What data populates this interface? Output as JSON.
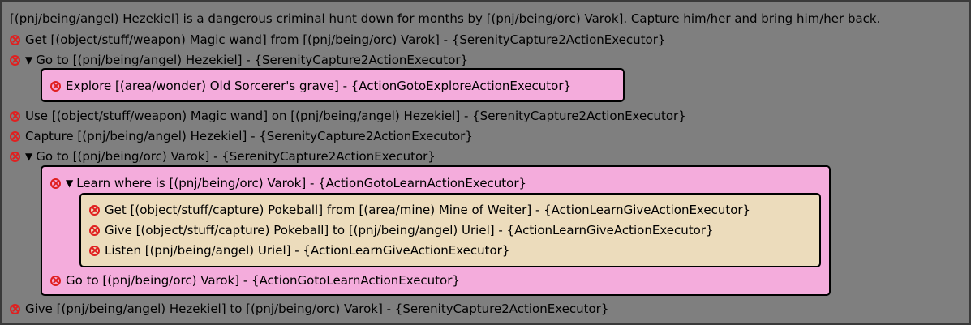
{
  "description": "[(pnj/being/angel) Hezekiel] is a dangerous criminal hunt down for months by [(pnj/being/orc) Varok]. Capture him/her and bring him/her back.",
  "tasks": [
    {
      "label": "Get [(object/stuff/weapon) Magic wand] from [(pnj/being/orc) Varok] - {SerenityCapture2ActionExecutor}"
    },
    {
      "label": "Go to [(pnj/being/angel) Hezekiel] - {SerenityCapture2ActionExecutor}",
      "expanded": true,
      "children": [
        {
          "label": "Explore [(area/wonder) Old Sorcerer's grave] - {ActionGotoExploreActionExecutor}"
        }
      ]
    },
    {
      "label": "Use [(object/stuff/weapon) Magic wand] on [(pnj/being/angel) Hezekiel] - {SerenityCapture2ActionExecutor}"
    },
    {
      "label": "Capture [(pnj/being/angel) Hezekiel] - {SerenityCapture2ActionExecutor}"
    },
    {
      "label": "Go to [(pnj/being/orc) Varok] - {SerenityCapture2ActionExecutor}",
      "expanded": true,
      "children": [
        {
          "label": "Learn where is [(pnj/being/orc) Varok] - {ActionGotoLearnActionExecutor}",
          "expanded": true,
          "children": [
            {
              "label": "Get [(object/stuff/capture) Pokeball] from [(area/mine) Mine of Weiter] - {ActionLearnGiveActionExecutor}"
            },
            {
              "label": "Give [(object/stuff/capture) Pokeball] to [(pnj/being/angel) Uriel] - {ActionLearnGiveActionExecutor}"
            },
            {
              "label": "Listen [(pnj/being/angel) Uriel] - {ActionLearnGiveActionExecutor}"
            }
          ]
        },
        {
          "label": "Go to [(pnj/being/orc) Varok] - {ActionGotoLearnActionExecutor}"
        }
      ]
    },
    {
      "label": "Give [(pnj/being/angel) Hezekiel] to [(pnj/being/orc) Varok] - {SerenityCapture2ActionExecutor}"
    }
  ],
  "icons": {
    "fail": "cancel-circle-icon",
    "expand": "triangle-down-icon"
  },
  "colors": {
    "background": "#7f7f7f",
    "pink_box": "#f4acdc",
    "beige_box": "#ecdcbc",
    "icon_red": "#e02020"
  }
}
